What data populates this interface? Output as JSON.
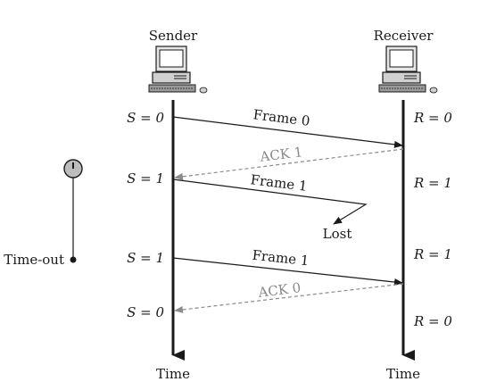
{
  "diagram": {
    "sender_title": "Sender",
    "receiver_title": "Receiver",
    "sender_time_label": "Time",
    "receiver_time_label": "Time",
    "timer_label": "Time-out",
    "sender_states": [
      "S = 0",
      "S = 1",
      "S = 1",
      "S = 0"
    ],
    "receiver_states": [
      "R = 0",
      "R = 1",
      "R = 1",
      "R = 0"
    ],
    "messages": [
      {
        "label": "Frame 0",
        "kind": "frame",
        "lost": false
      },
      {
        "label": "ACK 1",
        "kind": "ack",
        "lost": false
      },
      {
        "label": "Frame 1",
        "kind": "frame",
        "lost": true
      },
      {
        "label": "Frame 1",
        "kind": "frame",
        "lost": false
      },
      {
        "label": "ACK 0",
        "kind": "ack",
        "lost": false
      }
    ],
    "lost_label": "Lost",
    "colors": {
      "line": "#1a1a1a",
      "ack": "#8a8a8a",
      "timer_fill": "#bdbdbd"
    },
    "icons": [
      "computer-icon",
      "computer-icon",
      "timer-clock-icon"
    ]
  }
}
